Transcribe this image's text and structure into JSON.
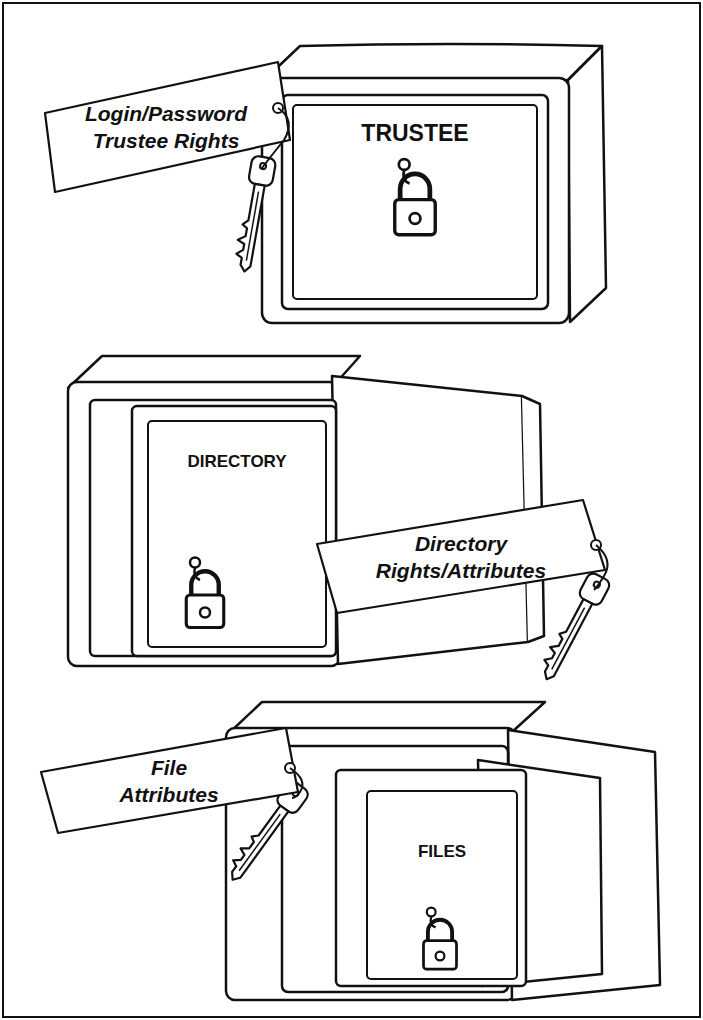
{
  "diagram": {
    "nodes": [
      {
        "text": [
          "Login/Password Trustee Rights"
        ]
      },
      {
        "text": [
          "TRUSTEE"
        ]
      },
      {
        "text": [
          "DIRECTORY"
        ]
      },
      {
        "text": [
          "Directory Rights/Attributes"
        ]
      },
      {
        "text": [
          "File Attributes"
        ]
      },
      {
        "text": [
          "FILES"
        ]
      }
    ]
  }
}
